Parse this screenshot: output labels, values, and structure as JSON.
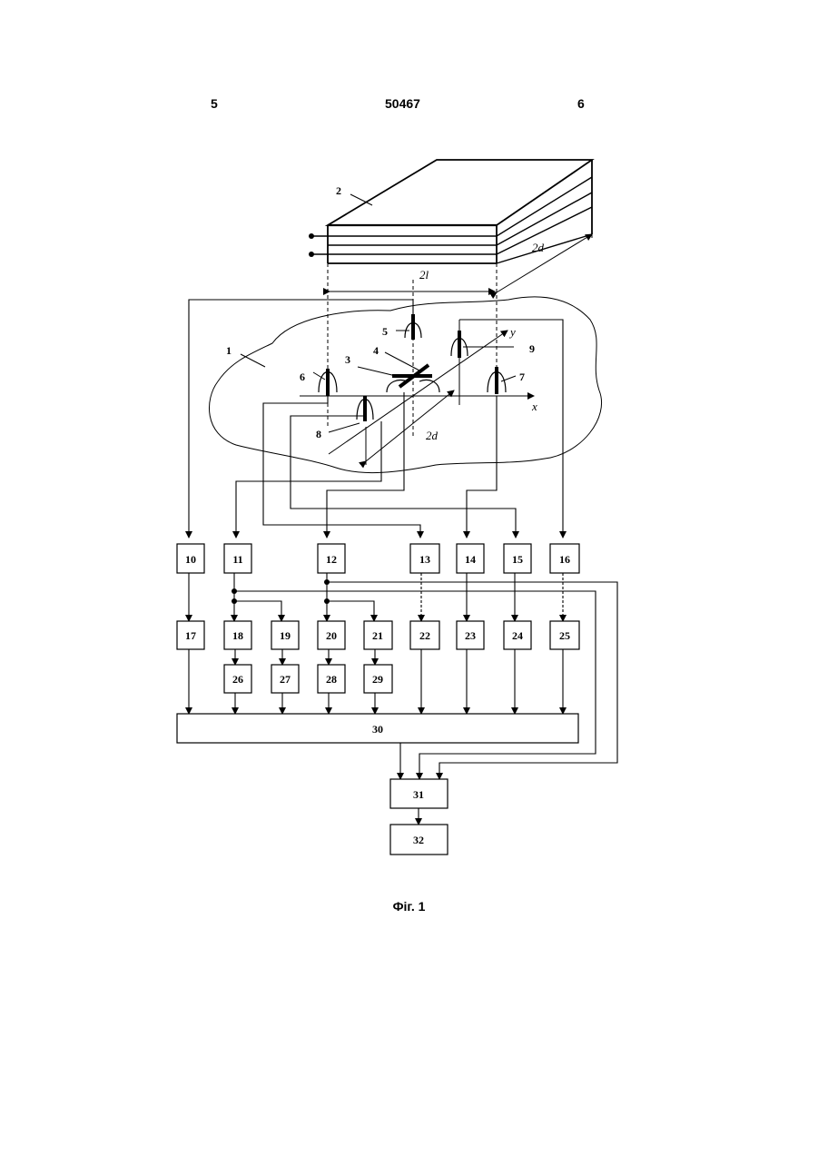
{
  "header": {
    "page_left": "5",
    "patent_number": "50467",
    "page_right": "6"
  },
  "figure": {
    "caption": "Фіг. 1",
    "labels": {
      "l1": "1",
      "l2": "2",
      "l3": "3",
      "l4": "4",
      "l5": "5",
      "l6": "6",
      "l7": "7",
      "l8": "8",
      "l9": "9"
    },
    "dimensions": {
      "width_2l": "2l",
      "depth_top": "2d",
      "depth_field": "2d"
    },
    "axes": {
      "x": "x",
      "y": "y"
    },
    "blocks": [
      "10",
      "11",
      "12",
      "13",
      "14",
      "15",
      "16",
      "17",
      "18",
      "19",
      "20",
      "21",
      "22",
      "23",
      "24",
      "25",
      "26",
      "27",
      "28",
      "29",
      "30",
      "31",
      "32"
    ]
  }
}
